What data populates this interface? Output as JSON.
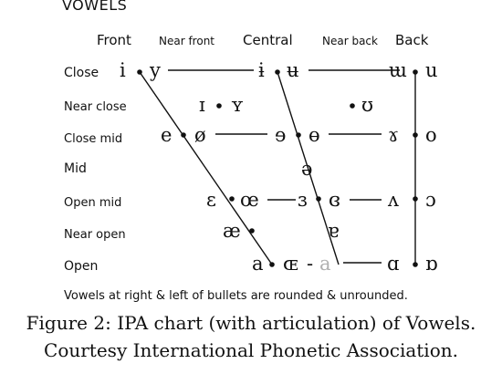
{
  "title": "VOWELS",
  "columns": {
    "front": "Front",
    "near_front": "Near front",
    "central": "Central",
    "near_back": "Near back",
    "back": "Back"
  },
  "rows": {
    "close": "Close",
    "near_close": "Near close",
    "close_mid": "Close mid",
    "mid": "Mid",
    "open_mid": "Open mid",
    "near_open": "Near open",
    "open": "Open"
  },
  "vowels": [
    {
      "symbol": "i"
    },
    {
      "symbol": "y"
    },
    {
      "symbol": "ɨ"
    },
    {
      "symbol": "ʉ"
    },
    {
      "symbol": "ɯ"
    },
    {
      "symbol": "u"
    },
    {
      "symbol": "ɪ"
    },
    {
      "symbol": "ʏ"
    },
    {
      "symbol": "ʊ"
    },
    {
      "symbol": "e"
    },
    {
      "symbol": "ø"
    },
    {
      "symbol": "ɘ"
    },
    {
      "symbol": "ɵ"
    },
    {
      "symbol": "ɤ"
    },
    {
      "symbol": "o"
    },
    {
      "symbol": "ə"
    },
    {
      "symbol": "ɛ"
    },
    {
      "symbol": "œ"
    },
    {
      "symbol": "ɜ"
    },
    {
      "symbol": "ɞ"
    },
    {
      "symbol": "ʌ"
    },
    {
      "symbol": "ɔ"
    },
    {
      "symbol": "æ"
    },
    {
      "symbol": "ɐ"
    },
    {
      "symbol": "a"
    },
    {
      "symbol": "ɶ"
    },
    {
      "symbol": "-"
    },
    {
      "symbol": "a",
      "faded": true
    },
    {
      "symbol": "ɑ"
    },
    {
      "symbol": "ɒ"
    }
  ],
  "note": "Vowels at right & left of bullets are rounded & unrounded.",
  "caption_line1": "Figure 2: IPA chart (with articulation) of Vowels.",
  "caption_line2": "Courtesy International Phonetic Association."
}
